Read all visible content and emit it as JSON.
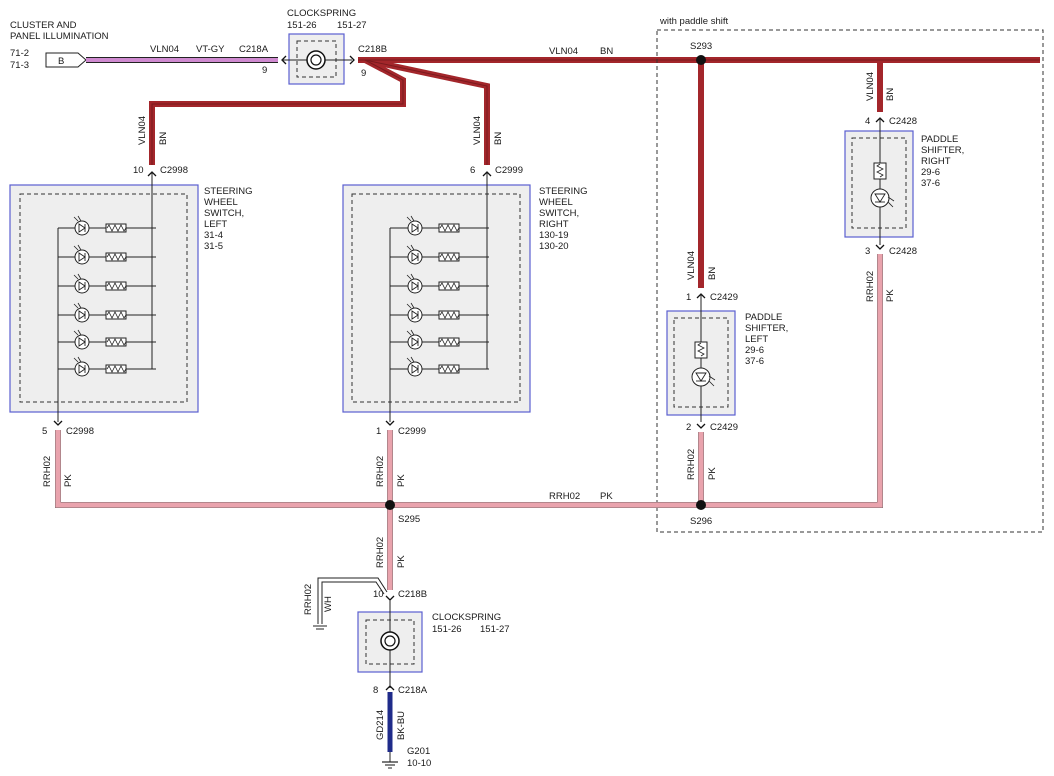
{
  "cluster": {
    "title_line1": "CLUSTER AND",
    "title_line2": "PANEL ILLUMINATION",
    "ref1": "71-2",
    "ref2": "71-3",
    "pin": "B"
  },
  "clockspring_top": {
    "title": "CLOCKSPRING",
    "ref1": "151-26",
    "ref2": "151-27"
  },
  "clockspring_bottom": {
    "title": "CLOCKSPRING",
    "ref1": "151-26",
    "ref2": "151-27"
  },
  "paddle_region_label": "with paddle shift",
  "wires": {
    "vln04_vtgy": {
      "circuit": "VLN04",
      "color": "VT-GY"
    },
    "vln04_bn": {
      "circuit": "VLN04",
      "color": "BN"
    },
    "rrh02_pk": {
      "circuit": "RRH02",
      "color": "PK"
    },
    "rrh02_wh": {
      "circuit": "RRH02",
      "color": "WH"
    },
    "gd214": {
      "circuit": "GD214",
      "color": "BK-BU"
    }
  },
  "connectors": {
    "c218a_top": {
      "name": "C218A",
      "pin": "9"
    },
    "c218b_top": {
      "name": "C218B",
      "pin": "9"
    },
    "c2998_top": {
      "name": "C2998",
      "pin": "10"
    },
    "c2998_bot": {
      "name": "C2998",
      "pin": "5"
    },
    "c2999_top": {
      "name": "C2999",
      "pin": "6"
    },
    "c2999_bot": {
      "name": "C2999",
      "pin": "1"
    },
    "c2429_top": {
      "name": "C2429",
      "pin": "1"
    },
    "c2429_bot": {
      "name": "C2429",
      "pin": "2"
    },
    "c2428_top": {
      "name": "C2428",
      "pin": "4"
    },
    "c2428_bot": {
      "name": "C2428",
      "pin": "3"
    },
    "c218b_bot": {
      "name": "C218B",
      "pin": "10"
    },
    "c218a_bot": {
      "name": "C218A",
      "pin": "8"
    }
  },
  "splices": {
    "s293": "S293",
    "s295": "S295",
    "s296": "S296"
  },
  "sw_left": {
    "l1": "STEERING",
    "l2": "WHEEL",
    "l3": "SWITCH,",
    "l4": "LEFT",
    "r1": "31-4",
    "r2": "31-5"
  },
  "sw_right": {
    "l1": "STEERING",
    "l2": "WHEEL",
    "l3": "SWITCH,",
    "l4": "RIGHT",
    "r1": "130-19",
    "r2": "130-20"
  },
  "paddle_left": {
    "l1": "PADDLE",
    "l2": "SHIFTER,",
    "l3": "LEFT",
    "r1": "29-6",
    "r2": "37-6"
  },
  "paddle_right": {
    "l1": "PADDLE",
    "l2": "SHIFTER,",
    "l3": "RIGHT",
    "r1": "29-6",
    "r2": "37-6"
  },
  "ground": {
    "name": "G201",
    "ref": "10-10"
  },
  "colors": {
    "bn": "#a3262b",
    "pk": "#e9a3ad",
    "vt_gy": "#cf8ad0",
    "bk_bu": "#1f2b8a"
  }
}
